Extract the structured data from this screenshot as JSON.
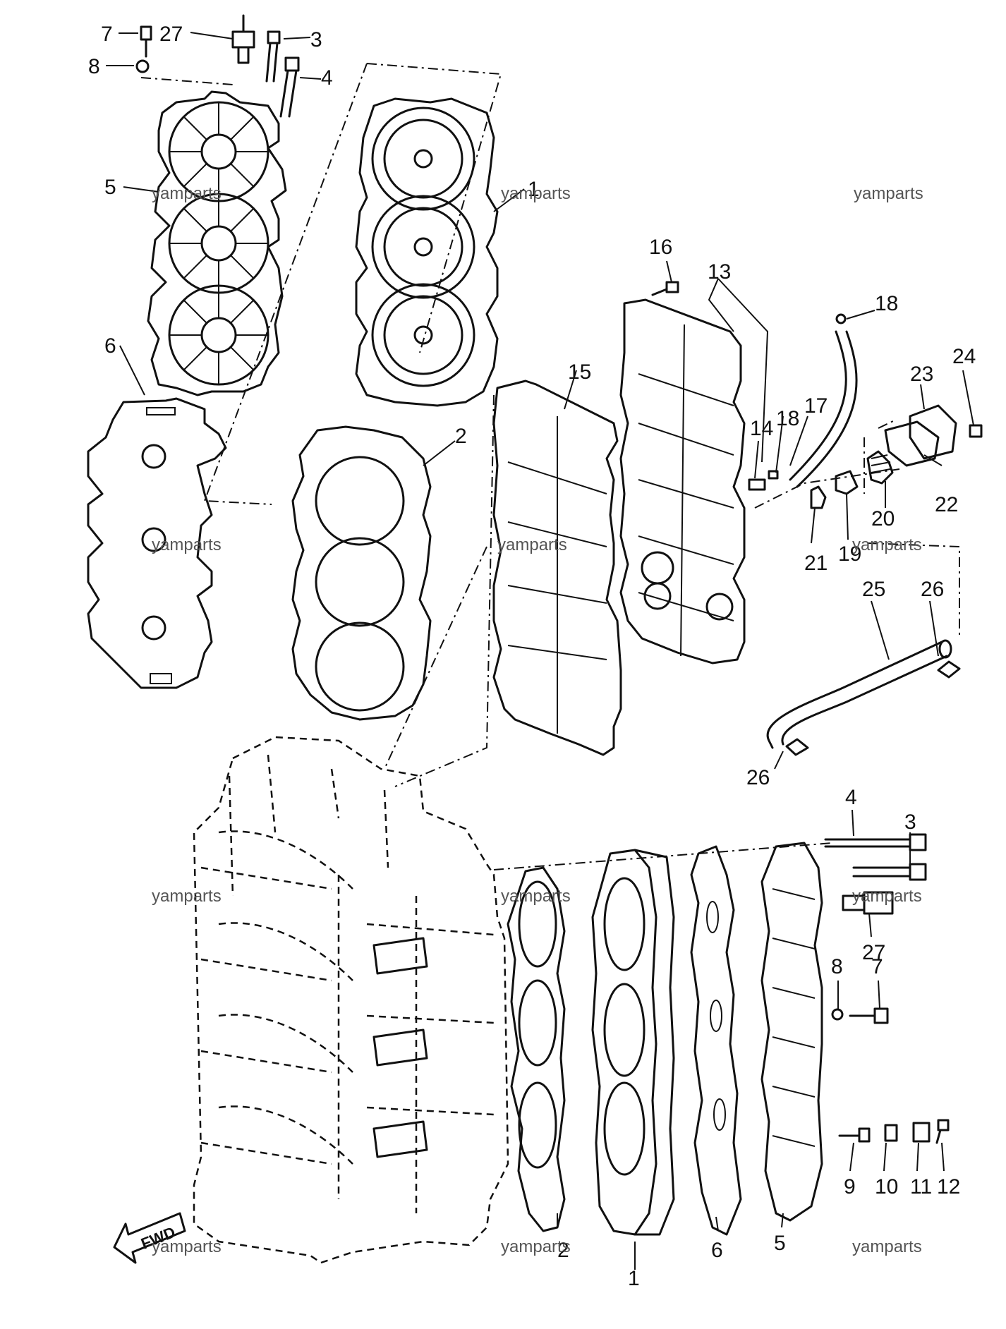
{
  "watermark": "yamparts",
  "fwd_label": "FWD",
  "callouts": [
    {
      "id": "c1-top",
      "text": "1"
    },
    {
      "id": "c1-bottom",
      "text": "1"
    },
    {
      "id": "c2-top",
      "text": "2"
    },
    {
      "id": "c2-bottom",
      "text": "2"
    },
    {
      "id": "c3-top",
      "text": "3"
    },
    {
      "id": "c3-bottom",
      "text": "3"
    },
    {
      "id": "c4-top",
      "text": "4"
    },
    {
      "id": "c4-bottom",
      "text": "4"
    },
    {
      "id": "c5-top",
      "text": "5"
    },
    {
      "id": "c5-bottom",
      "text": "5"
    },
    {
      "id": "c6-top",
      "text": "6"
    },
    {
      "id": "c6-bottom",
      "text": "6"
    },
    {
      "id": "c7-top",
      "text": "7"
    },
    {
      "id": "c7-bottom",
      "text": "7"
    },
    {
      "id": "c8-top",
      "text": "8"
    },
    {
      "id": "c8-bottom",
      "text": "8"
    },
    {
      "id": "c9",
      "text": "9"
    },
    {
      "id": "c10",
      "text": "10"
    },
    {
      "id": "c11",
      "text": "11"
    },
    {
      "id": "c12",
      "text": "12"
    },
    {
      "id": "c13",
      "text": "13"
    },
    {
      "id": "c14",
      "text": "14"
    },
    {
      "id": "c15",
      "text": "15"
    },
    {
      "id": "c16",
      "text": "16"
    },
    {
      "id": "c17",
      "text": "17"
    },
    {
      "id": "c18-top",
      "text": "18"
    },
    {
      "id": "c18-mid",
      "text": "18"
    },
    {
      "id": "c19",
      "text": "19"
    },
    {
      "id": "c20",
      "text": "20"
    },
    {
      "id": "c21",
      "text": "21"
    },
    {
      "id": "c22",
      "text": "22"
    },
    {
      "id": "c23",
      "text": "23"
    },
    {
      "id": "c24",
      "text": "24"
    },
    {
      "id": "c25",
      "text": "25"
    },
    {
      "id": "c26-top",
      "text": "26"
    },
    {
      "id": "c26-bottom",
      "text": "26"
    },
    {
      "id": "c27-top",
      "text": "27"
    },
    {
      "id": "c27-bottom",
      "text": "27"
    }
  ],
  "watermarks": [
    {
      "id": "wm-1",
      "text": "yamparts"
    },
    {
      "id": "wm-2",
      "text": "yamparts"
    },
    {
      "id": "wm-3",
      "text": "yamparts"
    },
    {
      "id": "wm-4",
      "text": "yamparts"
    },
    {
      "id": "wm-5",
      "text": "yamparts"
    },
    {
      "id": "wm-6",
      "text": "yamparts"
    },
    {
      "id": "wm-7",
      "text": "yamparts"
    },
    {
      "id": "wm-8",
      "text": "yamparts"
    },
    {
      "id": "wm-9",
      "text": "yamparts"
    },
    {
      "id": "wm-10",
      "text": "yamparts"
    },
    {
      "id": "wm-11",
      "text": "yamparts"
    },
    {
      "id": "wm-12",
      "text": "yamparts"
    }
  ]
}
